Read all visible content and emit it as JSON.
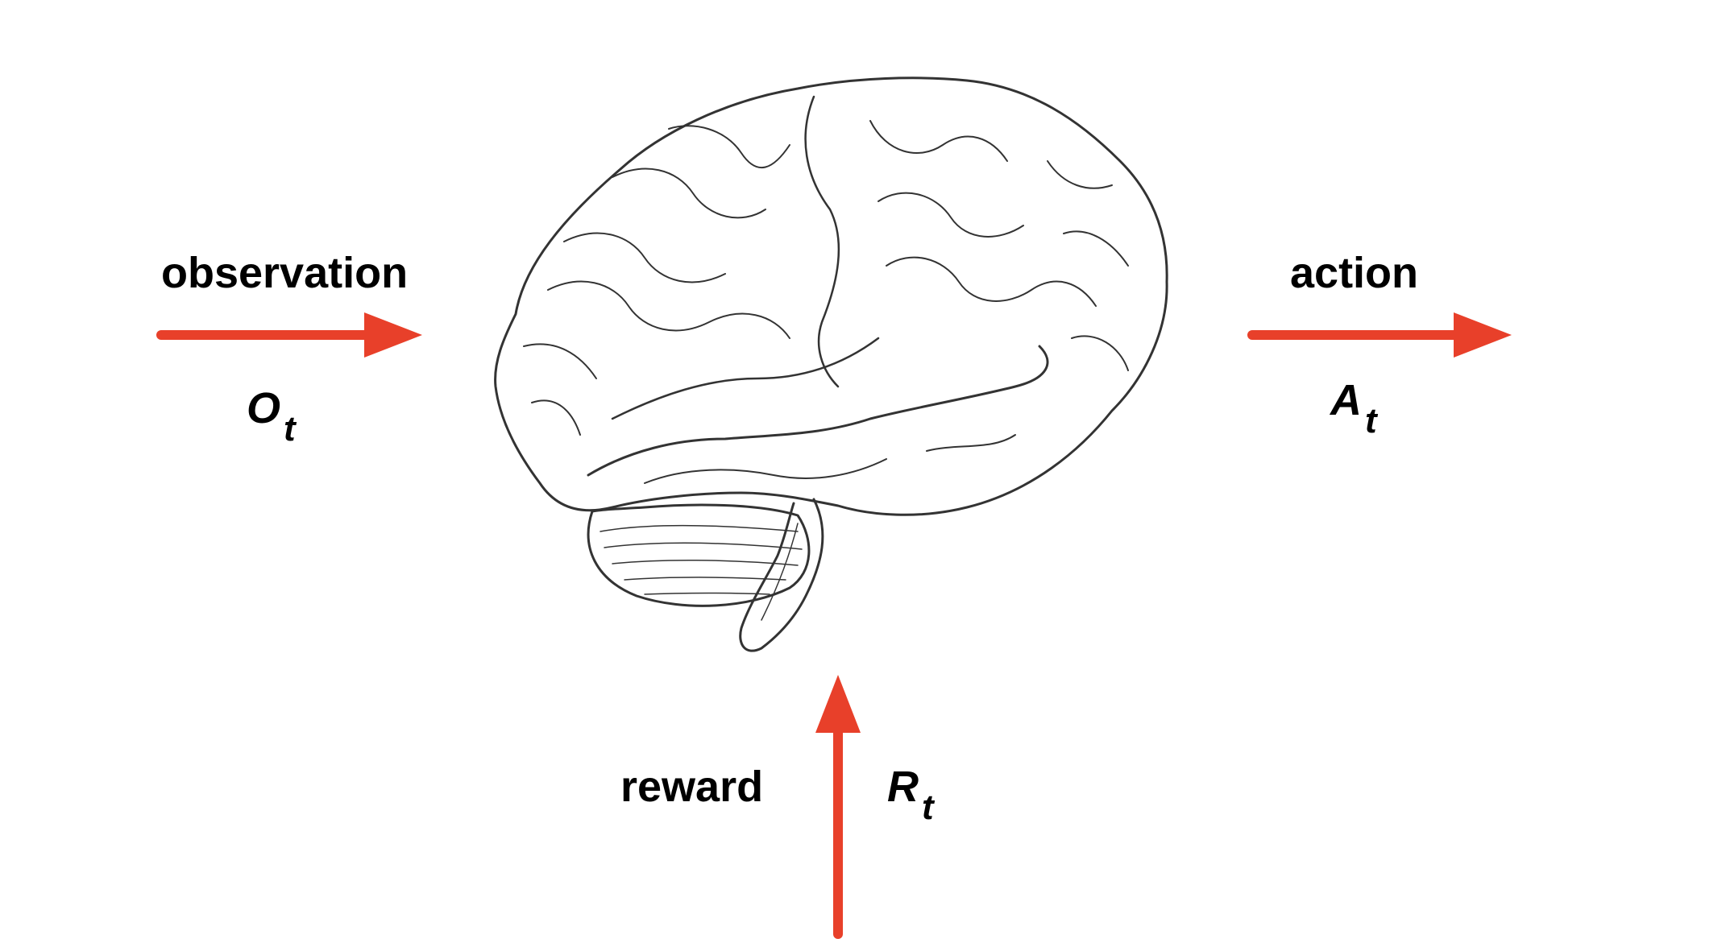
{
  "observation": {
    "label": "observation",
    "symbol": "O",
    "subscript": "t"
  },
  "action": {
    "label": "action",
    "symbol": "A",
    "subscript": "t"
  },
  "reward": {
    "label": "reward",
    "symbol": "R",
    "subscript": "t"
  },
  "colors": {
    "arrow": "#e8402a",
    "text": "#000000",
    "sketch": "#333333"
  },
  "icons": {
    "center": "brain-sketch"
  }
}
